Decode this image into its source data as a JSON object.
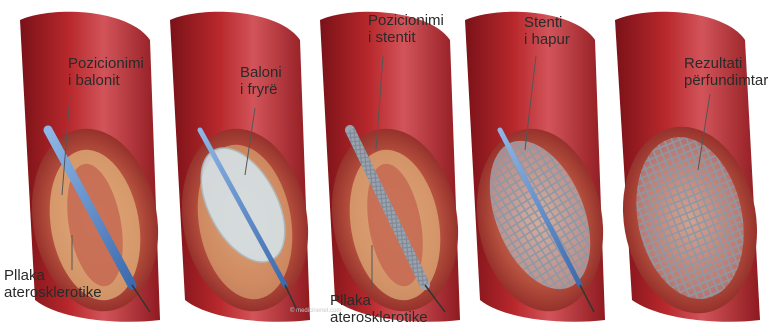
{
  "labels": {
    "balloon_positioning": [
      "Pozicionimi",
      "i balonit"
    ],
    "plaque_left": [
      "Pllaka",
      "aterosklerotike"
    ],
    "inflated_balloon": [
      "Baloni",
      "i fryrë"
    ],
    "stent_positioning": [
      "Pozicionimi",
      "i stentit"
    ],
    "plaque_center": [
      "Pllaka",
      "aterosklerotike"
    ],
    "stent_open": [
      "Stenti",
      "i hapur"
    ],
    "final_result": [
      "Rezultati",
      "përfundimtar"
    ]
  },
  "watermark": "© medicinenet.com",
  "colors": {
    "vessel_outer": "#8e1a1f",
    "vessel_mid": "#b8282c",
    "vessel_highlight": "#e0848a",
    "lumen": "#c26a55",
    "plaque": "#e3b27a",
    "catheter": "#5a88c8",
    "stent": "#9aa4b0",
    "balloon": "#cfe0ea"
  }
}
